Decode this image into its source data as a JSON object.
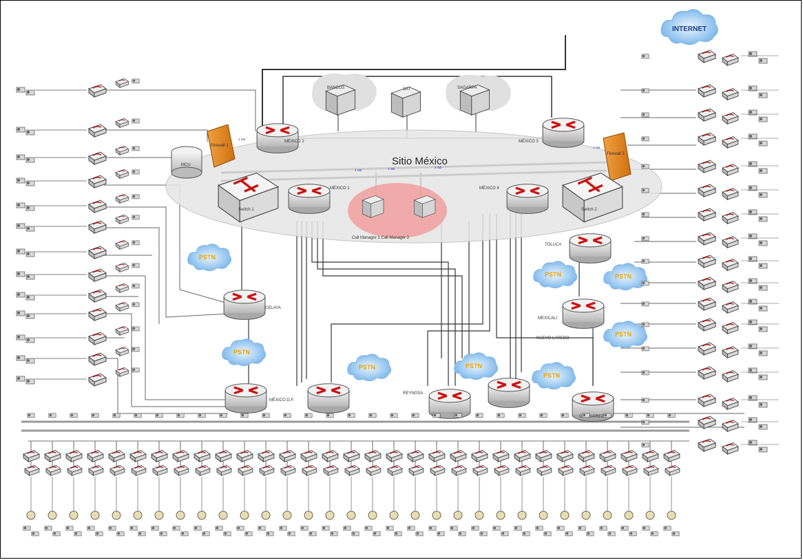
{
  "diagram": {
    "site_title": "Sitio México",
    "internet_label": "INTERNET",
    "pstn_label": "PSTN",
    "mcu_label": "MCU",
    "firewall_1_label": "Firewall 1",
    "firewall_2_label": "Firewall 2",
    "bank_label": "BANCOS",
    "sat_label": "SAT",
    "sagarpa_label": "SAGARPA",
    "switch_1_label": "Switch 1",
    "switch_2_label": "Switch 2",
    "call_manager_label": "Call Manager 1   Call Manager 2",
    "router_labels": {
      "mexico_2": "MÉXICO 2",
      "mexico_1": "MÉXICO 1",
      "mexico_3": "MÉXICO 3",
      "mexico_4": "MÉXICO 4",
      "toluca": "TOLUCA",
      "celaya": "CELAYA",
      "mexicali": "MEXICALI",
      "nuevo_laredo": "NUEVO LAREDO",
      "mexico_df": "MÉXICO D.F.",
      "reynosa": "REYNOSA",
      "cd_juarez": "CD. JUÁREZ"
    },
    "link_label": "1 GB"
  }
}
